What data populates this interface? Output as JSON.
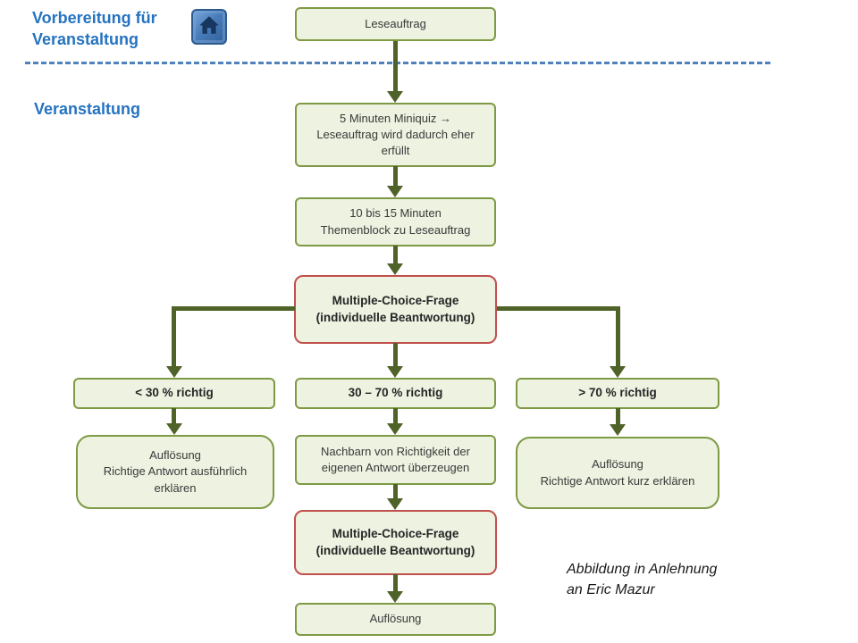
{
  "colors": {
    "box_fill": "#edf2e1",
    "box_border_green": "#7e9a44",
    "box_border_red": "#c0504d",
    "arrow_green": "#4f6228",
    "heading_blue": "#2573c1",
    "divider_blue": "#4f81bd",
    "home_button_blue": "#4a7ebb"
  },
  "header": {
    "prep_label": "Vorbereitung für\nVeranstaltung",
    "event_label": "Veranstaltung",
    "home_icon": "home-icon"
  },
  "flow": {
    "leseauftrag": "Leseauftrag",
    "miniquiz": "5 Minuten Miniquiz →\nLeseauftrag wird dadurch eher\nerfüllt",
    "themenblock": "10 bis 15 Minuten\nThemenblock zu Leseauftrag",
    "mc_frage_1": "Multiple-Choice-Frage\n(individuelle Beantwortung)",
    "branch_low": "< 30 % richtig",
    "branch_mid": "30 – 70 % richtig",
    "branch_high": "> 70 % richtig",
    "aufloesung_ausfuehrlich": "Auflösung\nRichtige Antwort ausführlich\nerklären",
    "nachbarn": "Nachbarn von Richtigkeit der\neigenen Antwort überzeugen",
    "aufloesung_kurz": "Auflösung\nRichtige Antwort kurz erklären",
    "mc_frage_2": "Multiple-Choice-Frage\n(individuelle Beantwortung)",
    "aufloesung": "Auflösung"
  },
  "caption": "Abbildung in Anlehnung\nan Eric Mazur"
}
